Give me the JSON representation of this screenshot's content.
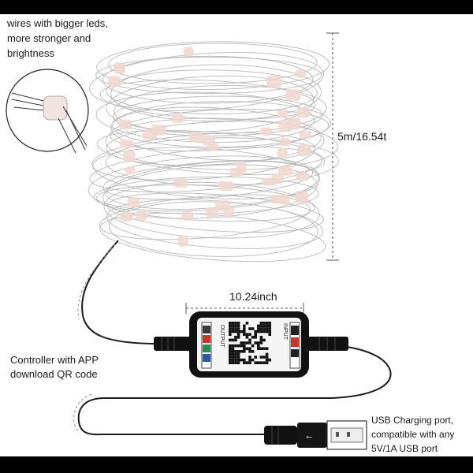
{
  "top_caption": {
    "lines": [
      "wires with bigger leds,",
      "more stronger and",
      "brightness"
    ]
  },
  "length_dimension": "5m/16.54t",
  "controller_width": "10.24inch",
  "controller_caption": {
    "lines": [
      "Controller with APP",
      "download QR code"
    ]
  },
  "usb_caption": {
    "lines": [
      "USB Charging port,",
      "compatible with any",
      "5V/1A USB port"
    ]
  },
  "controller_box": {
    "output_label": "OUTPUT",
    "input_label": "INPUT"
  },
  "colors": {
    "led": "#f0d8d0",
    "wire": "#b8b8b8",
    "cable": "#1a1a1a",
    "bars": "#000000",
    "dashed": "#555555"
  }
}
